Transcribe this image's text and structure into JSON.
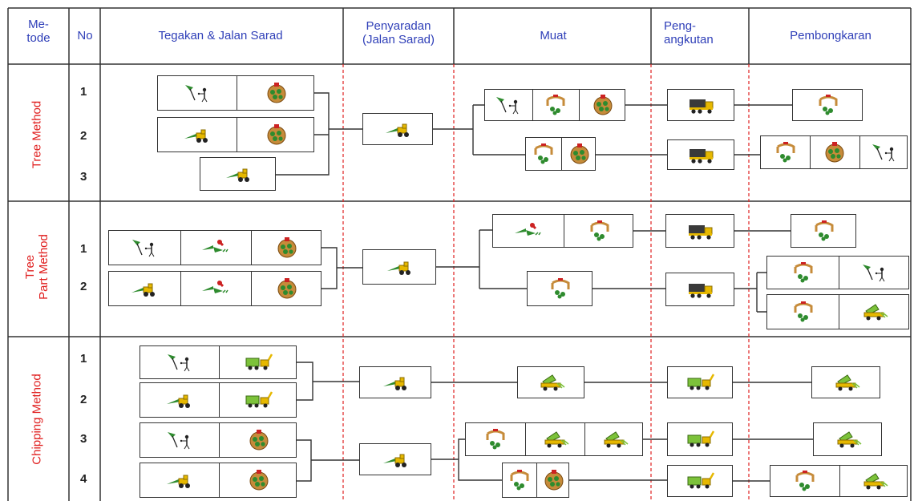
{
  "headers": {
    "metode": "Me-\ntode",
    "no": "No",
    "tegakan": "Tegakan  &  Jalan Sarad",
    "penyaradan": "Penyaradan\n(Jalan Sarad)",
    "muat": "Muat",
    "pengangkutan": "Peng-\nangkutan",
    "pembongkaran": "Pembongkaran"
  },
  "methods": [
    {
      "label": "Tree Method",
      "numbers": [
        "1",
        "2",
        "3"
      ]
    },
    {
      "label": "Tree\nPart Method",
      "numbers": [
        "1",
        "2"
      ]
    },
    {
      "label": "Chipping Method",
      "numbers": [
        "1",
        "2",
        "3",
        "4"
      ]
    }
  ],
  "colors": {
    "header_text": "#2f3fb8",
    "method_text": "#e02020",
    "separator": "#e02020",
    "grid": "#333333",
    "tree_green": "#2e8b2e",
    "machine_yellow": "#e6b800",
    "chip_green": "#7cc23a"
  },
  "icons": {
    "feller": "feller-icon",
    "log_pile": "log-pile-icon",
    "skidder": "skidder-icon",
    "grapple": "grapple-icon",
    "delimber": "delimber-icon",
    "truck": "truck-icon",
    "chipper": "chipper-icon",
    "dumper": "dumper-icon"
  }
}
